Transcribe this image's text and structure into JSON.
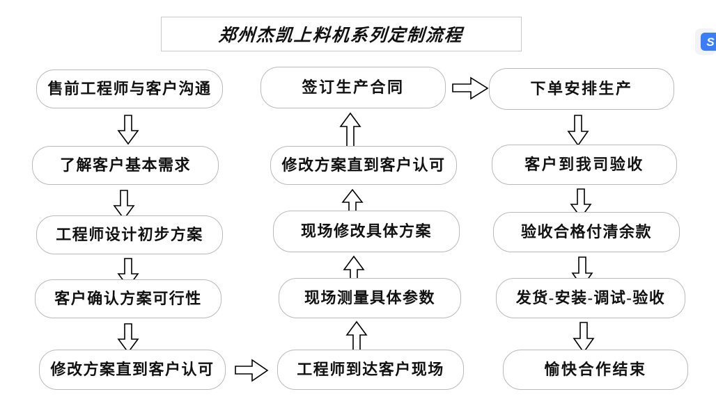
{
  "title": {
    "text": "郑州杰凯上料机系列定制流程"
  },
  "badge": {
    "glyph": "S",
    "color": "#3b7df6"
  },
  "colors": {
    "background": "#ffffff",
    "node_border": "#b9b9b9",
    "title_border": "#c8c8c8",
    "text": "#111111",
    "arrow_stroke": "#000000",
    "arrow_fill": "#ffffff"
  },
  "chart_data": {
    "type": "diagram",
    "diagram_kind": "flowchart",
    "title": "郑州杰凯上料机系列定制流程",
    "columns": [
      {
        "name": "column-1",
        "flow_direction": "down",
        "nodes": [
          "售前工程师与客户沟通",
          "了解客户基本需求",
          "工程师设计初步方案",
          "客户确认方案可行性",
          "修改方案直到客户认可"
        ]
      },
      {
        "name": "column-2",
        "flow_direction": "up",
        "nodes": [
          "签订生产合同",
          "修改方案直到客户认可",
          "现场修改具体方案",
          "现场测量具体参数",
          "工程师到达客户现场"
        ]
      },
      {
        "name": "column-3",
        "flow_direction": "down",
        "nodes": [
          "下单安排生产",
          "客户到我司验收",
          "验收合格付清余款",
          "发货-安装-调试-验收",
          "愉快合作结束"
        ]
      }
    ],
    "connectors": [
      {
        "from": "售前工程师与客户沟通",
        "to": "了解客户基本需求",
        "direction": "down"
      },
      {
        "from": "了解客户基本需求",
        "to": "工程师设计初步方案",
        "direction": "down"
      },
      {
        "from": "工程师设计初步方案",
        "to": "客户确认方案可行性",
        "direction": "down"
      },
      {
        "from": "客户确认方案可行性",
        "to": "修改方案直到客户认可",
        "direction": "down"
      },
      {
        "from": "修改方案直到客户认可",
        "to": "工程师到达客户现场",
        "direction": "right"
      },
      {
        "from": "工程师到达客户现场",
        "to": "现场测量具体参数",
        "direction": "up"
      },
      {
        "from": "现场测量具体参数",
        "to": "现场修改具体方案",
        "direction": "up"
      },
      {
        "from": "现场修改具体方案",
        "to": "修改方案直到客户认可",
        "direction": "up"
      },
      {
        "from": "修改方案直到客户认可",
        "to": "签订生产合同",
        "direction": "up"
      },
      {
        "from": "签订生产合同",
        "to": "下单安排生产",
        "direction": "right"
      },
      {
        "from": "下单安排生产",
        "to": "客户到我司验收",
        "direction": "down"
      },
      {
        "from": "客户到我司验收",
        "to": "验收合格付清余款",
        "direction": "down"
      },
      {
        "from": "验收合格付清余款",
        "to": "发货-安装-调试-验收",
        "direction": "down"
      },
      {
        "from": "发货-安装-调试-验收",
        "to": "愉快合作结束",
        "direction": "down"
      }
    ]
  },
  "nodes": {
    "c1n1": "售前工程师与客户沟通",
    "c1n2": "了解客户基本需求",
    "c1n3": "工程师设计初步方案",
    "c1n4": "客户确认方案可行性",
    "c1n5": "修改方案直到客户认可",
    "c2n1": "签订生产合同",
    "c2n2": "修改方案直到客户认可",
    "c2n3": "现场修改具体方案",
    "c2n4": "现场测量具体参数",
    "c2n5": "工程师到达客户现场",
    "c3n1": "下单安排生产",
    "c3n2": "客户到我司验收",
    "c3n3": "验收合格付清余款",
    "c3n4": "发货-安装-调试-验收",
    "c3n5": "愉快合作结束"
  }
}
